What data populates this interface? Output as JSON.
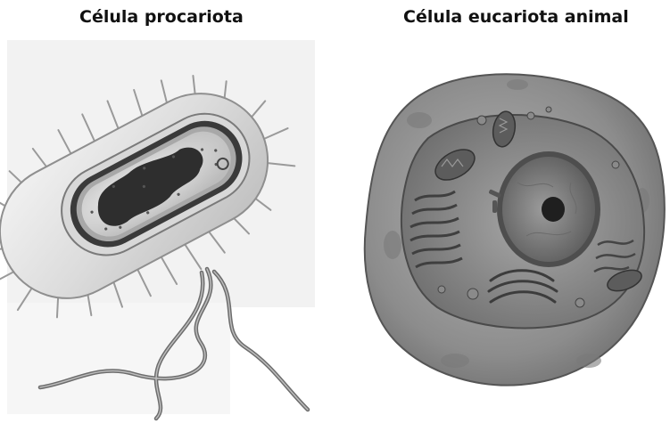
{
  "titles": {
    "prokaryote": "Célula procariota",
    "eukaryote": "Célula eucariota animal"
  },
  "illustrations": {
    "prokaryote": "prokaryotic-cell-illustration",
    "eukaryote": "animal-cell-illustration"
  },
  "colors": {
    "background": "#ffffff",
    "title_text": "#111111",
    "grayscale_dark": "#2b2b2b",
    "grayscale_mid": "#8a8a8a",
    "grayscale_light": "#e4e4e4"
  }
}
